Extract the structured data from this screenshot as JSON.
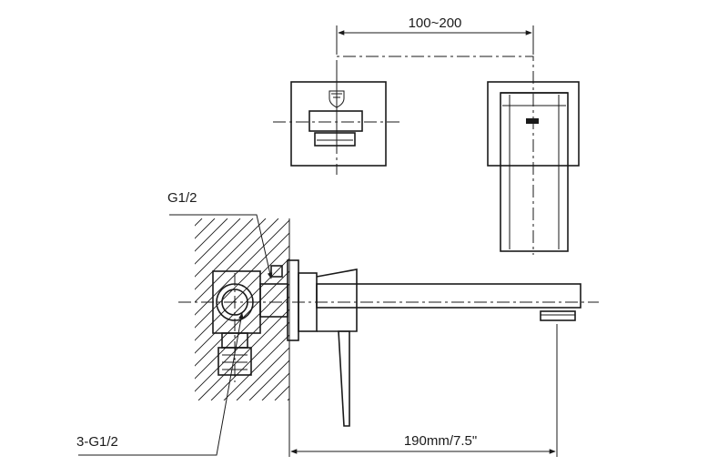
{
  "labels": {
    "top_spacing": "100~200",
    "inlet_upper": "G1/2",
    "inlet_lower": "3-G1/2",
    "spout_length": "190mm/7.5\""
  },
  "icons": {
    "logo_mark": "shield-logo-icon",
    "brand_badge": "brand-badge-icon"
  }
}
